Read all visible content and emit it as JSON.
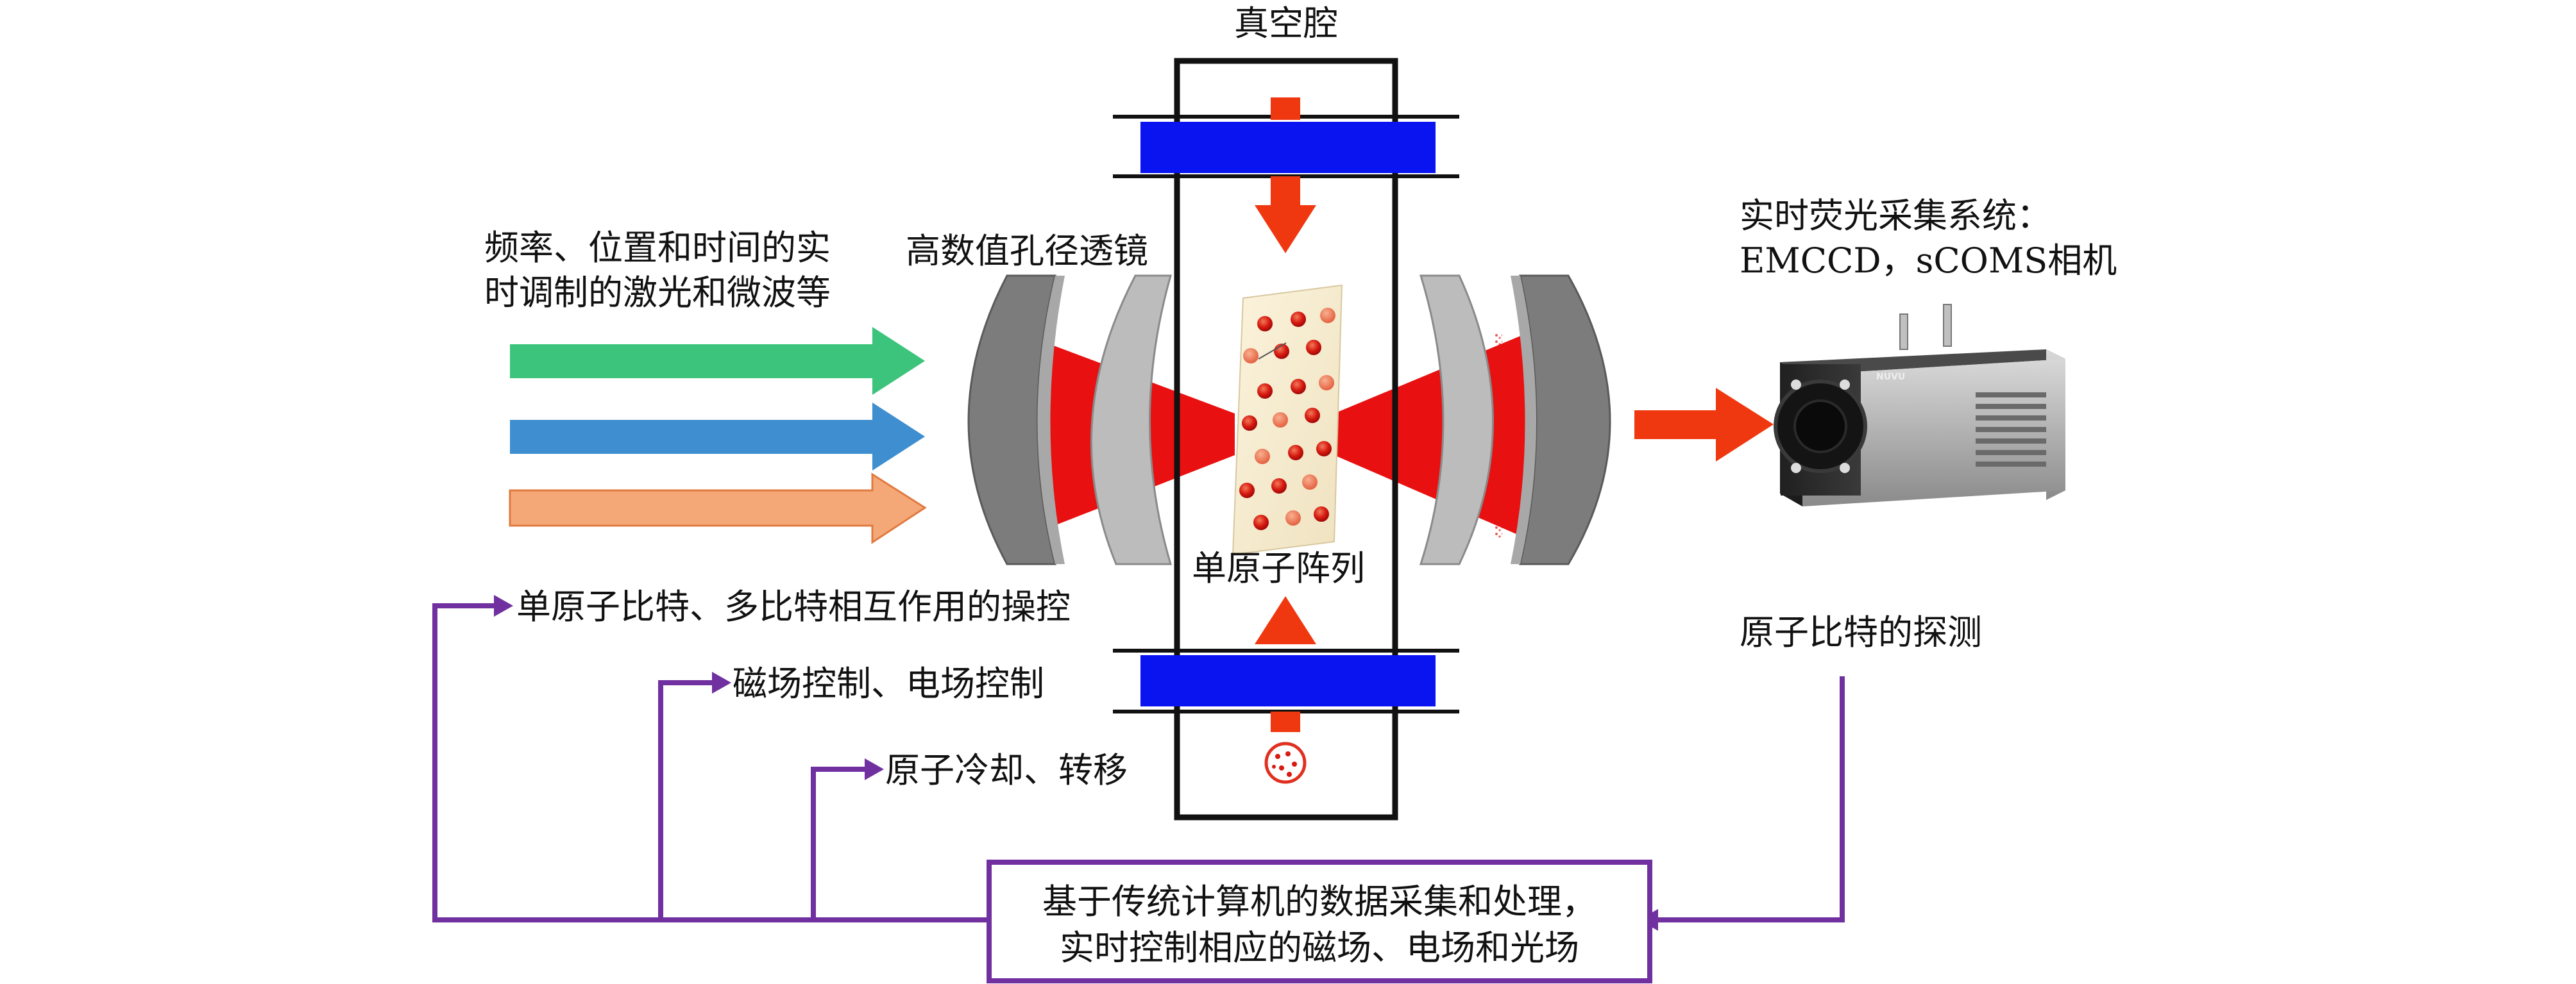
{
  "vacuum_chamber_label": "真空腔",
  "input_light_label": {
    "line1": "频率、位置和时间的实",
    "line2": "时调制的激光和微波等"
  },
  "lens_label": "高数值孔径透镜",
  "array_label": "单原子阵列",
  "camera_label": {
    "line1": "实时荧光采集系统：",
    "line2": "EMCCD，sCOMS相机"
  },
  "camera_brand": "NUVU",
  "control_labels": {
    "qubit_control": "单原子比特、多比特相互作用的操控",
    "field_control": "磁场控制、电场控制",
    "cooling_transfer": "原子冷却、转移"
  },
  "detection_label": "原子比特的探测",
  "processor_label": {
    "line1": "基于传统计算机的数据采集和处理，",
    "line2": "实时控制相应的磁场、电场和光场"
  },
  "colors": {
    "beam_green": "#3cc47c",
    "beam_blue": "#3e8ed0",
    "beam_orange": "#f0a070",
    "laser_red": "#e81010",
    "coil_blue": "#0a14f0",
    "arrow_red": "#f03810",
    "feedback_purple": "#7030a0",
    "lens_dark": "#808080",
    "lens_light": "#c0c0c0"
  },
  "icons": [
    "green-arrow-icon",
    "blue-arrow-icon",
    "orange-arrow-icon",
    "red-arrow-icon",
    "atom-source-icon",
    "camera-icon"
  ]
}
